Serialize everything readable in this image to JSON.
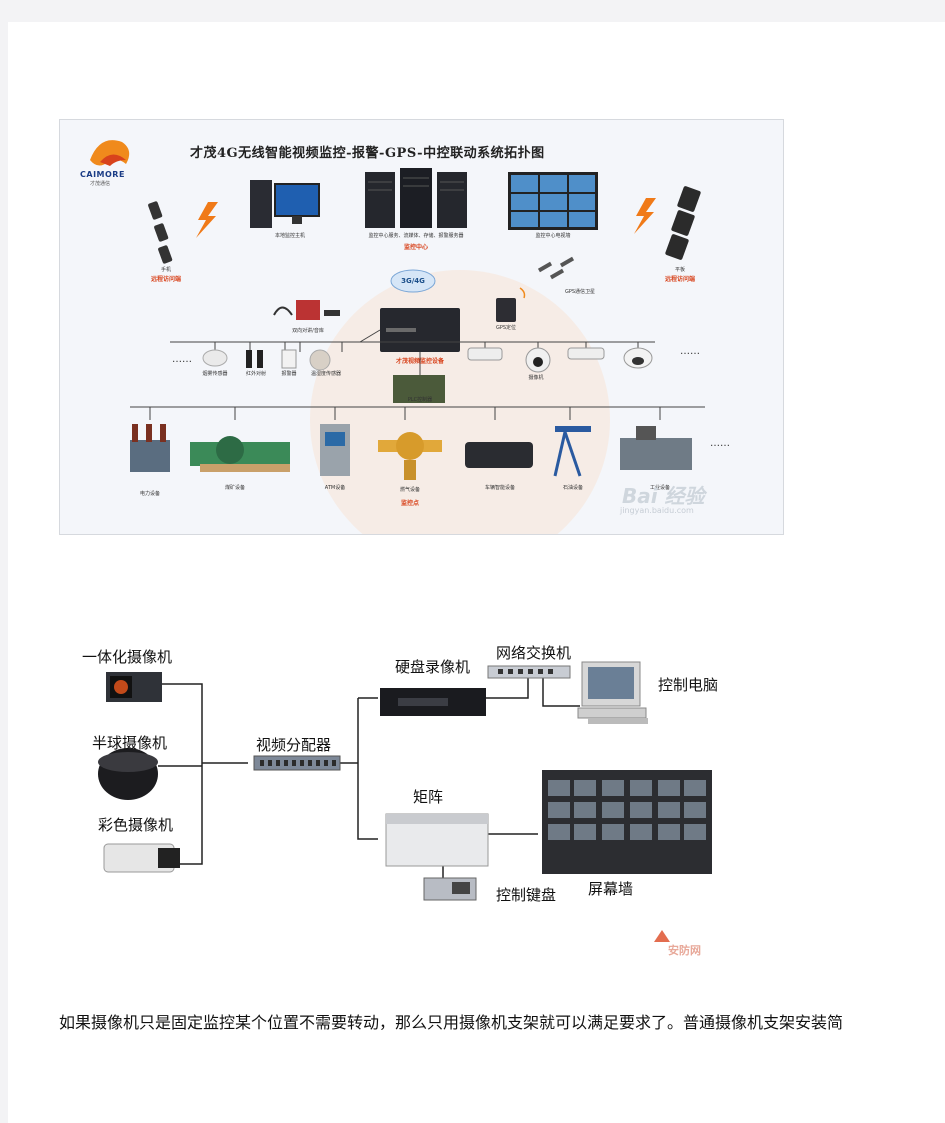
{
  "figure1": {
    "logo": {
      "text": "CAIMORE",
      "subtext": "才茂通信"
    },
    "title": "才茂4G无线智能视频监控-报警-GPS-中控联动系统拓扑图",
    "labels": {
      "host": "本地监控主机",
      "servers": "监控中心服务、流媒体、存储、报警服务器",
      "tvwall": "监控中心电视墙",
      "center": "监控中心",
      "phone": "手机",
      "remote_left": "远程访问端",
      "pad": "平板",
      "remote_right": "远程访问端",
      "network": "3G/4G",
      "gps_sat": "GPS通信卫星",
      "gps": "GPS定位",
      "intercom": "双向对讲/音库",
      "smoke": "烟雾传感器",
      "ir": "红外对射",
      "alarm": "报警器",
      "temp": "温湿度传感器",
      "device": "才茂视频监控设备",
      "camera": "摄像机",
      "plc": "PLC控制器",
      "power": "电力设备",
      "mining": "煤矿设备",
      "atm": "ATM设备",
      "gas": "燃气设备",
      "vehicle": "车辆智能设备",
      "oil": "石油设备",
      "industrial": "工业设备",
      "points": "监控点",
      "ellipsis": "……"
    },
    "watermark": {
      "brand": "Bai 经验",
      "url": "jingyan.baidu.com"
    }
  },
  "figure2": {
    "cam1": "一体化摄像机",
    "cam2": "半球摄像机",
    "cam3": "彩色摄像机",
    "splitter": "视频分配器",
    "dvr": "硬盘录像机",
    "switch": "网络交换机",
    "pc": "控制电脑",
    "matrix": "矩阵",
    "keyboard": "控制键盘",
    "wall": "屏幕墙",
    "watermark": "安防网"
  },
  "paragraph": "如果摄像机只是固定监控某个位置不需要转动，那么只用摄像机支架就可以满足要求了。普通摄像机支架安装简"
}
